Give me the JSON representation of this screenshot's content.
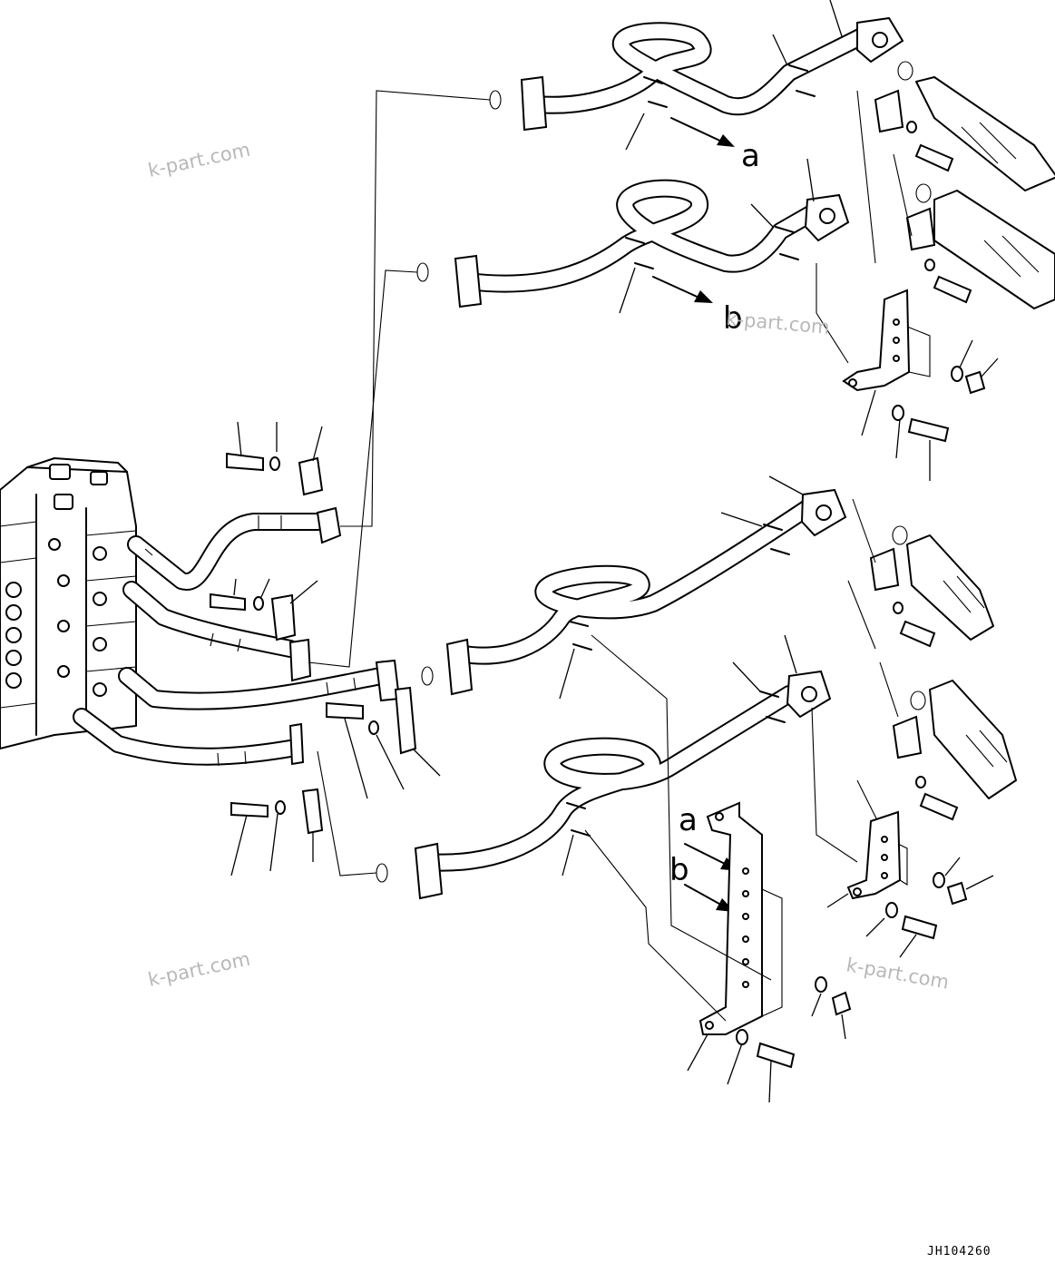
{
  "callouts": {
    "a": "a",
    "b": "b"
  },
  "watermarks": {
    "wm1": "k-part.com",
    "wm2": "k-part.com",
    "wm3": "k-part.com",
    "wm4": "k-part.com"
  },
  "drawing_code": "JH104260"
}
